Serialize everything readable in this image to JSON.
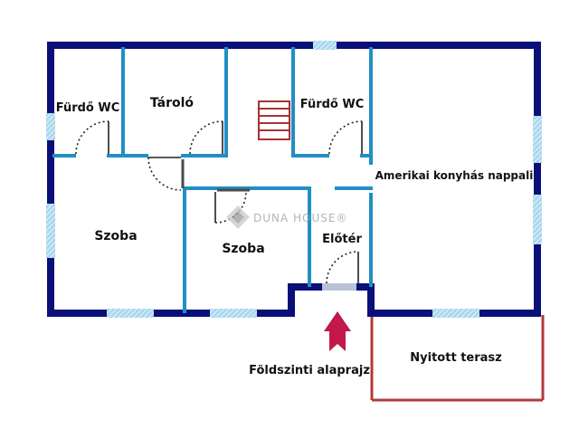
{
  "floorplan": {
    "title": "Földszinti alaprajz",
    "watermark": "DUNA HOUSE®",
    "rooms": {
      "bath_left": "Fürdő WC",
      "storage": "Tároló",
      "bath_right": "Fürdő WC",
      "living": "Amerikai konyhás nappali",
      "room_left": "Szoba",
      "room_mid": "Szoba",
      "hall": "Előtér",
      "terrace": "Nyitott terasz"
    }
  },
  "colors": {
    "outer_wall": "#0a1077",
    "inner_wall": "#1f8fc4",
    "window": "#a9d8ee",
    "stairs": "#a83232",
    "terrace": "#b23a3a",
    "arrow": "#c2184a",
    "door_swing": "#222222"
  },
  "icons": {
    "entrance": "up-arrow-icon",
    "stairs": "stairs-icon",
    "logo": "house-logo-icon"
  }
}
